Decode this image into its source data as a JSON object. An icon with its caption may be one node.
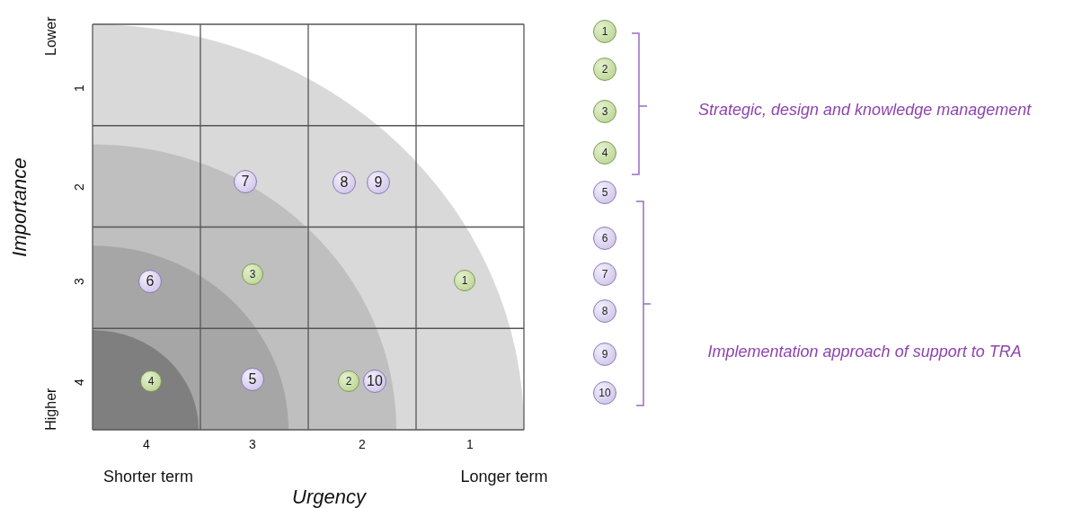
{
  "diagram": {
    "nodes": [
      {
        "text": [
          "7"
        ]
      },
      {
        "text": [
          "8"
        ]
      },
      {
        "text": [
          "9"
        ]
      },
      {
        "text": [
          "6"
        ]
      },
      {
        "text": [
          "3"
        ]
      },
      {
        "text": [
          "1"
        ]
      },
      {
        "text": [
          "4"
        ]
      },
      {
        "text": [
          "5"
        ]
      },
      {
        "text": [
          "2"
        ]
      },
      {
        "text": [
          "10"
        ]
      },
      {
        "text": [
          "1"
        ]
      },
      {
        "text": [
          "2"
        ]
      },
      {
        "text": [
          "3"
        ]
      },
      {
        "text": [
          "4"
        ]
      },
      {
        "text": [
          "5"
        ]
      },
      {
        "text": [
          "6"
        ]
      },
      {
        "text": [
          "7"
        ]
      },
      {
        "text": [
          "8"
        ]
      },
      {
        "text": [
          "9"
        ]
      },
      {
        "text": [
          "10"
        ]
      }
    ],
    "labels": [
      "Lower",
      "1",
      "2",
      "3",
      "4",
      "Higher",
      "Importance",
      "4",
      "3",
      "2",
      "1",
      "Shorter term",
      "Longer term",
      "Urgency",
      "Strategic, design and knowledge management",
      "Implementation approach of support to TRA"
    ]
  }
}
